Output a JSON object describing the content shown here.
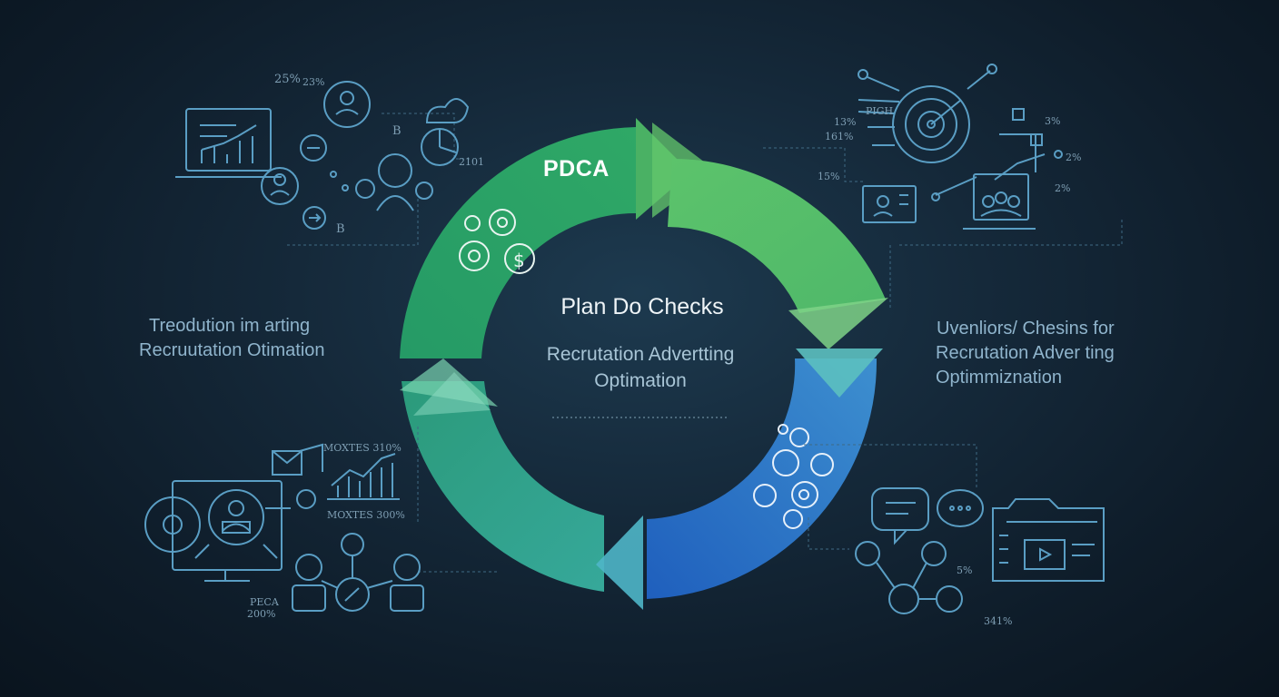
{
  "cycle": {
    "top_label": "PDCA",
    "center_title": "Plan Do Checks",
    "center_subtitle_line1": "Recrutation Advertting",
    "center_subtitle_line2": "Optimation"
  },
  "side_text": {
    "left_line1": "Treodution im arting",
    "left_line2": "Recruutation Otimation",
    "right_line1": "Uvenliors/ Chesins for",
    "right_line2": "Recrutation Adver ting",
    "right_line3": "Optimmiznation"
  },
  "annotations": {
    "tl_percent_1": "25%",
    "tl_percent_2": "23%",
    "tl_letter_b1": "B",
    "tl_letter_b2": "B",
    "tl_number": "2101",
    "tr_pct_13": "13%",
    "tr_pct_161": "161%",
    "tr_pct_15": "15%",
    "tr_pct_3": "3%",
    "tr_pct_2a": "2%",
    "tr_pct_2b": "2%",
    "tr_pigh": "PIGH",
    "bl_label_1": "MOXTES 310%",
    "bl_label_2": "MOXTES 300%",
    "bl_label_3": "PECA",
    "bl_label_4": "200%",
    "br_pct_5": "5%",
    "br_pct_341": "341%"
  },
  "colors": {
    "arrow_green": "#2d9f6a",
    "arrow_light_green": "#5fc46a",
    "arrow_blue": "#2a72c4",
    "arrow_teal": "#3aa89a",
    "icon_line": "#5a9ec4"
  },
  "icons": [
    "laptop-chart-icon",
    "target-icon",
    "people-meeting-icon",
    "chat-bubbles-icon",
    "gears-icon",
    "dollar-icon",
    "folder-doc-icon",
    "monitor-person-icon"
  ]
}
